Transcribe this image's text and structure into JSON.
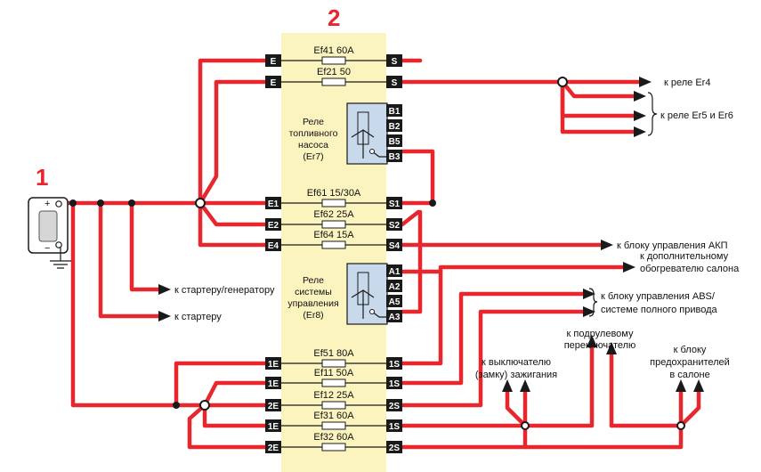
{
  "labels": {
    "n1": "1",
    "n2": "2",
    "relay_fuel": [
      "Реле",
      "топливного",
      "насоса",
      "(Er7)"
    ],
    "relay_ctrl": [
      "Реле",
      "системы",
      "управления",
      "(Er8)"
    ],
    "er4": "к реле Er4",
    "er5_6": "к реле Er5 и Er6",
    "akp": "к блоку управления АКП",
    "heater": [
      "к дополнительному",
      "обогревателю салона"
    ],
    "abs": [
      "к блоку управления ABS/",
      "системе полного привода"
    ],
    "starter_gen": "к стартеру/генератору",
    "starter": "к стартеру",
    "ign": [
      "к выключателю",
      "(замку) зажигания"
    ],
    "steer": [
      "к подрулевому",
      "переключателю"
    ],
    "fuse_block": [
      "к блоку",
      "предохранителей",
      "в салоне"
    ]
  },
  "fuses": [
    {
      "id": "ef41",
      "label": "Ef41 60A",
      "left": "E",
      "right": "S"
    },
    {
      "id": "ef21",
      "label": "Ef21 50",
      "left": "E",
      "right": "S"
    },
    {
      "id": "ef61",
      "label": "Ef61 15/30A",
      "left": "E1",
      "right": "S1"
    },
    {
      "id": "ef62",
      "label": "Ef62 25A",
      "left": "E2",
      "right": "S2"
    },
    {
      "id": "ef64",
      "label": "Ef64 15A",
      "left": "E4",
      "right": "S4"
    },
    {
      "id": "ef51",
      "label": "Ef51 80A",
      "left": "1E",
      "right": "1S"
    },
    {
      "id": "ef11",
      "label": "Ef11 50A",
      "left": "1E",
      "right": "1S"
    },
    {
      "id": "ef12",
      "label": "Ef12 25A",
      "left": "2E",
      "right": "2S"
    },
    {
      "id": "ef31",
      "label": "Ef31 60A",
      "left": "1E",
      "right": "1S"
    },
    {
      "id": "ef32",
      "label": "Ef32 60A",
      "left": "2E",
      "right": "2S"
    }
  ],
  "relay_pins": {
    "fuel": [
      "B1",
      "B2",
      "B5",
      "B3"
    ],
    "ctrl": [
      "A1",
      "A2",
      "A5",
      "A3"
    ]
  },
  "battery": {
    "plus": "+",
    "minus": "−"
  },
  "colors": {
    "wire": "#e8262d",
    "panel": "#fbf4bf",
    "relay": "#c9d9ec",
    "terminal": "#1a1a1a"
  }
}
